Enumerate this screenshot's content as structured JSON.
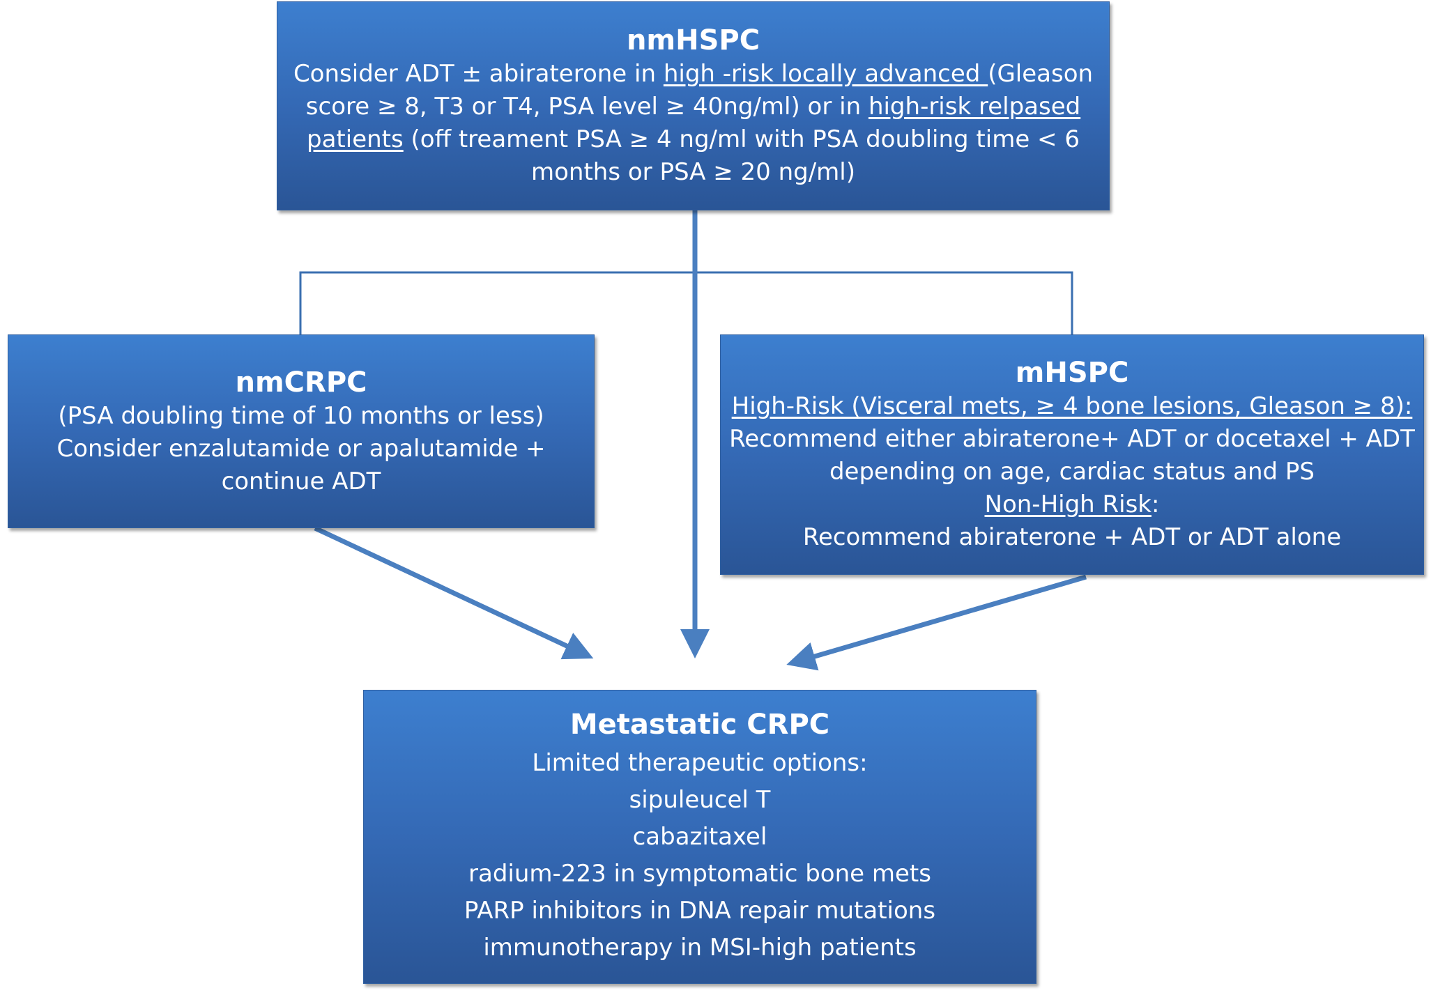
{
  "nmhspc": {
    "title": "nmHSPC",
    "p1": "Consider ADT ± abiraterone in ",
    "u1": "high -risk locally advanced ",
    "p2": "(Gleason score ≥ 8, T3 or T4, PSA level ≥ 40ng/ml) or in ",
    "u2": "high-risk relpased patients",
    "p3": " (off treament PSA ≥ 4 ng/ml with PSA doubling time < 6 months or PSA ≥ 20 ng/ml)"
  },
  "nmcrpc": {
    "title": "nmCRPC",
    "lines": [
      "(PSA doubling time of 10 months or less)",
      "Consider enzalutamide or apalutamide +",
      "continue ADT"
    ]
  },
  "mhspc": {
    "title": "mHSPC",
    "high_risk_heading": "High-Risk (Visceral mets, ≥ 4 bone lesions, Gleason ≥ 8):",
    "high_risk_line1": "Recommend either abiraterone+ ADT  or docetaxel + ADT",
    "high_risk_line2": "depending on age, cardiac status and PS",
    "non_high_risk_heading": "Non-High Risk",
    "non_high_risk_colon": ":",
    "non_high_risk_line": "Recommend abiraterone + ADT or ADT alone"
  },
  "mcrpc": {
    "title": "Metastatic CRPC",
    "lines": [
      "Limited therapeutic options:",
      "sipuleucel T",
      "cabazitaxel",
      "radium-223 in symptomatic bone mets",
      "PARP inhibitors in DNA repair mutations",
      "immunotherapy in MSI-high patients"
    ]
  },
  "colors": {
    "box_top": "#3d7fcf",
    "box_bottom": "#2a5596",
    "connector": "#3a6fb0",
    "arrow": "#4a7fc0"
  }
}
